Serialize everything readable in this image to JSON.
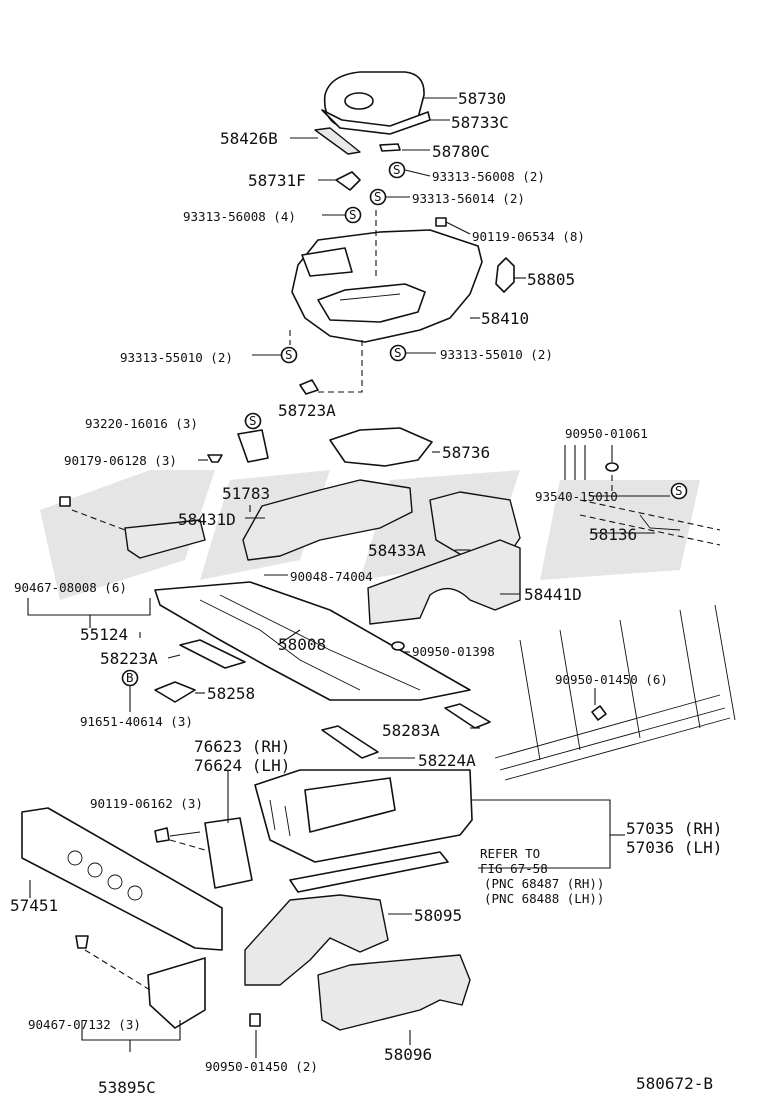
{
  "diagram_id": "580672-B",
  "labels": [
    {
      "text": "58730"
    },
    {
      "text": "58733C"
    },
    {
      "text": "58426B"
    },
    {
      "text": "58780C"
    },
    {
      "text": "93313-56008 (2)"
    },
    {
      "text": "58731F"
    },
    {
      "text": "93313-56014 (2)"
    },
    {
      "text": "93313-56008 (4)"
    },
    {
      "text": "90119-06534 (8)"
    },
    {
      "text": "58805"
    },
    {
      "text": "58410"
    },
    {
      "text": "93313-55010 (2)"
    },
    {
      "text": "93313-55010 (2)"
    },
    {
      "text": "58723A"
    },
    {
      "text": "93220-16016 (3)"
    },
    {
      "text": "58736"
    },
    {
      "text": "90950-01061"
    },
    {
      "text": "90179-06128 (3)"
    },
    {
      "text": "51783"
    },
    {
      "text": "93540-15010"
    },
    {
      "text": "58431D"
    },
    {
      "text": "58136"
    },
    {
      "text": "58433A"
    },
    {
      "text": "90467-08008 (6)"
    },
    {
      "text": "90048-74004"
    },
    {
      "text": "58441D"
    },
    {
      "text": "55124"
    },
    {
      "text": "58008"
    },
    {
      "text": "58223A"
    },
    {
      "text": "90950-01398"
    },
    {
      "text": "58258"
    },
    {
      "text": "90950-01450 (6)"
    },
    {
      "text": "91651-40614 (3)"
    },
    {
      "text": "58283A"
    },
    {
      "text": "76623 (RH)"
    },
    {
      "text": "76624 (LH)"
    },
    {
      "text": "58224A"
    },
    {
      "text": "90119-06162 (3)"
    },
    {
      "text": "57035 (RH)"
    },
    {
      "text": "57036 (LH)"
    },
    {
      "text": "REFER TO"
    },
    {
      "text": "FIG 67-58"
    },
    {
      "text": "(PNC 68487 (RH))"
    },
    {
      "text": "(PNC 68488 (LH))"
    },
    {
      "text": "57451"
    },
    {
      "text": "58095"
    },
    {
      "text": "90467-07132 (3)"
    },
    {
      "text": "58096"
    },
    {
      "text": "90950-01450 (2)"
    },
    {
      "text": "53895C"
    }
  ],
  "symbols": {
    "s_mark": "S",
    "b_mark": "B"
  }
}
